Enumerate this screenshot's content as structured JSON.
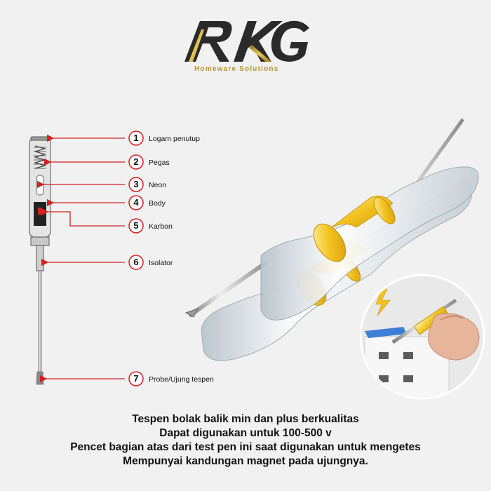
{
  "brand": {
    "name": "RKG",
    "tagline": "Homeware Solutions"
  },
  "callouts": [
    {
      "num": "1",
      "label": "Logam penutup"
    },
    {
      "num": "2",
      "label": "Pegas"
    },
    {
      "num": "3",
      "label": "Neon"
    },
    {
      "num": "4",
      "label": "Body"
    },
    {
      "num": "5",
      "label": "Karbon"
    },
    {
      "num": "6",
      "label": "Isolator"
    },
    {
      "num": "7",
      "label": "Probe/Ujung tespen"
    }
  ],
  "caption": {
    "line1": "Tespen bolak balik min dan plus berkualitas",
    "line2": "Dapat digunakan untuk 100-500 v",
    "line3": "Pencet bagian atas dari test pen ini saat digunakan untuk mengetes",
    "line4": "Mempunyai kandungan magnet pada ujungnya."
  },
  "colors": {
    "background": "#f1f1f1",
    "arrow_red": "#d42020",
    "gold": "#c9a640",
    "handle_yellow": "#f3c21f"
  }
}
